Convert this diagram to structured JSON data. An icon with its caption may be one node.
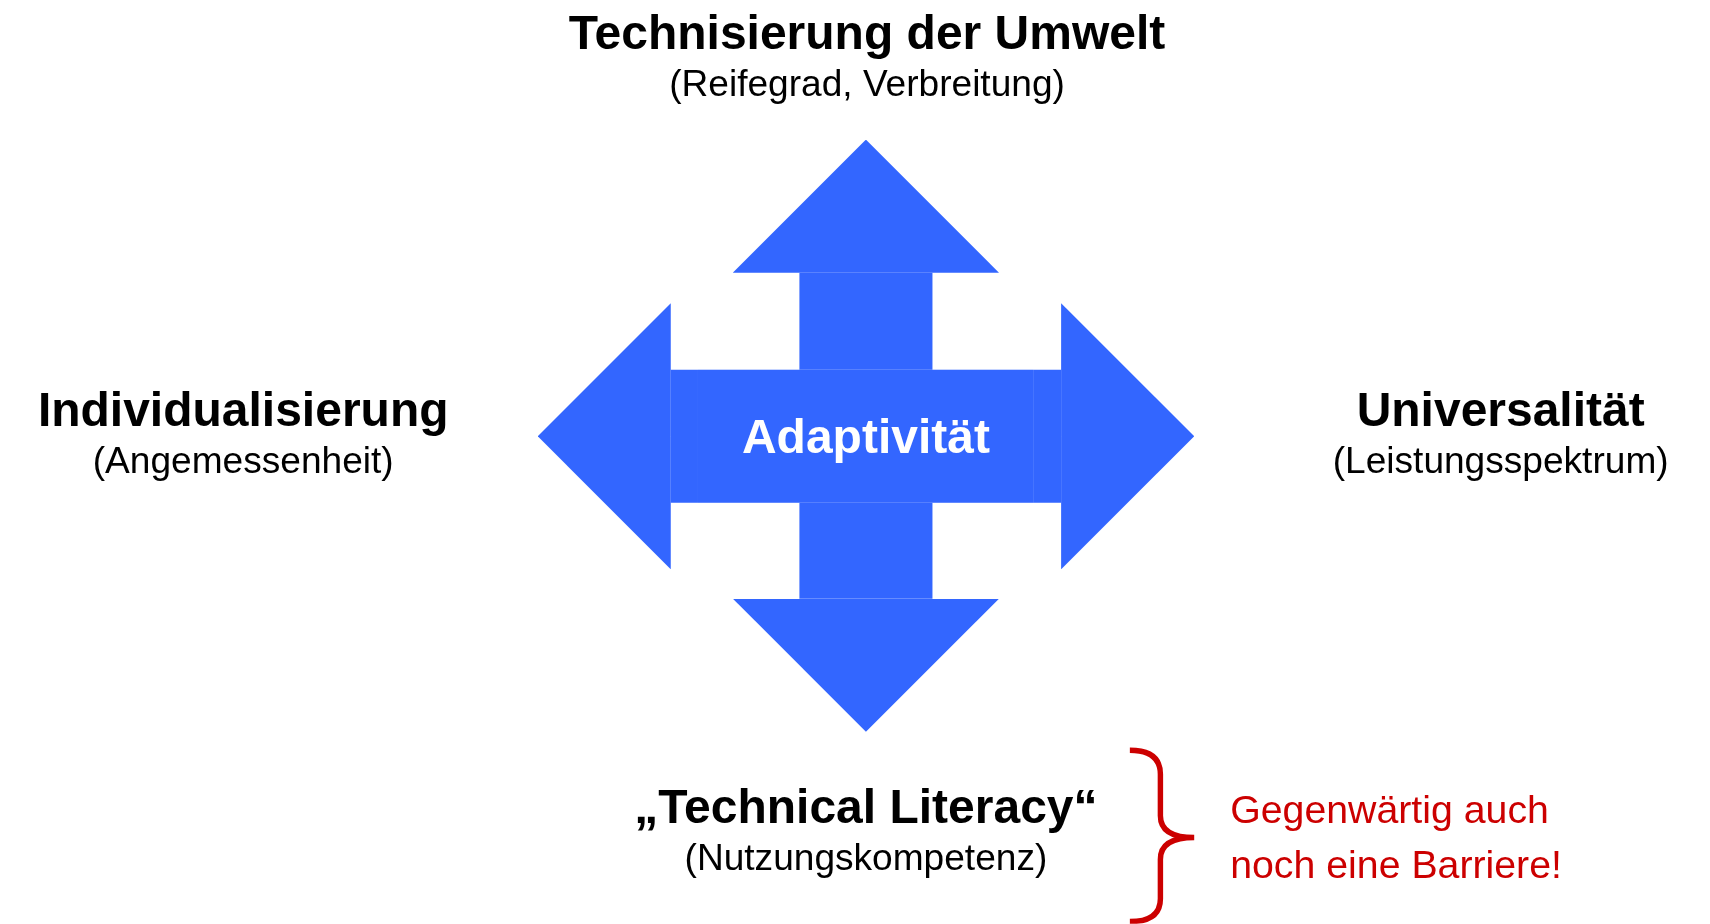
{
  "diagram": {
    "nodes": [
      {
        "text": [
          "Adaptivität"
        ]
      },
      {
        "text": [
          "Technisierung der Umwelt",
          "(Reifegrad, Verbreitung)"
        ]
      },
      {
        "text": [
          "Individualisierung",
          "(Angemessenheit)"
        ]
      },
      {
        "text": [
          "Universalität",
          "(Leistungsspektrum)"
        ]
      },
      {
        "text": [
          "„Technical Literacy“",
          "(Nutzungskompetenz)"
        ]
      }
    ],
    "edges": [
      {
        "from": 0,
        "to": 1,
        "arrow": "to"
      },
      {
        "from": 0,
        "to": 2,
        "arrow": "to"
      },
      {
        "from": 0,
        "to": 3,
        "arrow": "to"
      },
      {
        "from": 0,
        "to": 4,
        "arrow": "to"
      }
    ],
    "labels": [
      "Gegenwärtig auch noch eine Barriere!"
    ]
  }
}
